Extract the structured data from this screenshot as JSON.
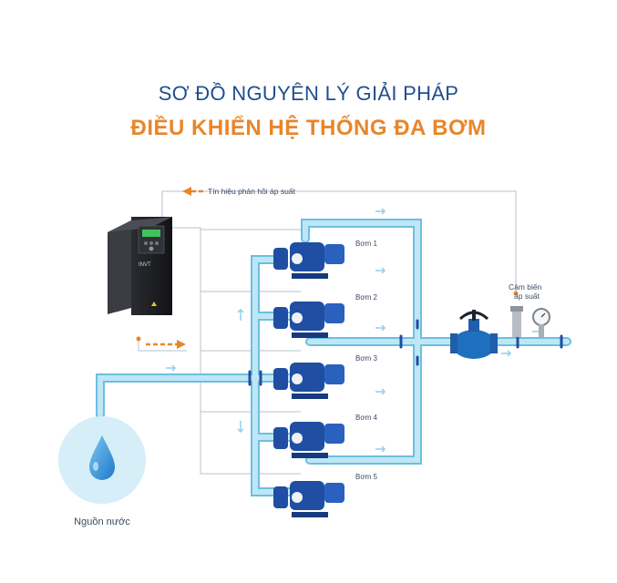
{
  "header": {
    "title": "SƠ ĐỒ NGUYÊN LÝ GIẢI PHÁP",
    "subtitle": "ĐIỀU KHIỂN HỆ THỐNG ĐA BƠM"
  },
  "labels": {
    "feedback_signal": "Tín hiệu phản hồi áp suất",
    "sensor_line1": "Cảm biến",
    "sensor_line2": "áp suất",
    "water_source": "Nguồn nước",
    "vfd_brand": "INVT"
  },
  "pumps": [
    {
      "label": "Bơm 1"
    },
    {
      "label": "Bơm 2"
    },
    {
      "label": "Bơm 3"
    },
    {
      "label": "Bơm 4"
    },
    {
      "label": "Bơm 5"
    }
  ],
  "colors": {
    "title": "#1f4f8f",
    "accent": "#e8862a",
    "pipe": "#a9dcef",
    "pipe_edge": "#6cbfe0",
    "pump": "#1f4ea3",
    "control_line": "#c3cdd6",
    "water": "#d6eef8",
    "drop": "#2f8fd8"
  },
  "icons": [
    "vfd-inverter-icon",
    "pump-icon",
    "valve-icon",
    "pressure-sensor-icon",
    "water-drop-icon"
  ]
}
